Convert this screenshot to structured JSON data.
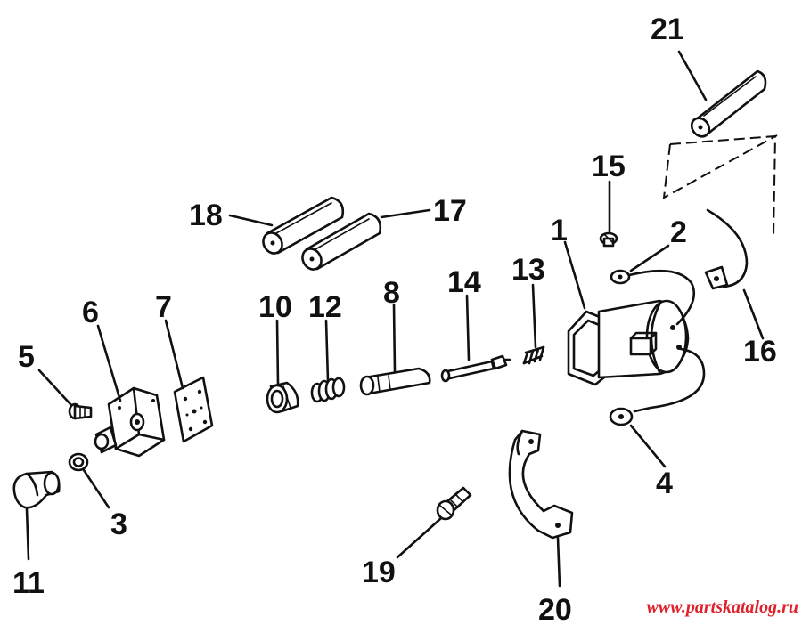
{
  "labels": {
    "p1": "1",
    "p2": "2",
    "p3": "3",
    "p4": "4",
    "p5": "5",
    "p6": "6",
    "p7": "7",
    "p8": "8",
    "p10": "10",
    "p11": "11",
    "p12": "12",
    "p13": "13",
    "p14": "14",
    "p15": "15",
    "p16": "16",
    "p17": "17",
    "p18": "18",
    "p19": "19",
    "p20": "20",
    "p21": "21"
  },
  "watermark": "www.partskatalog.ru"
}
